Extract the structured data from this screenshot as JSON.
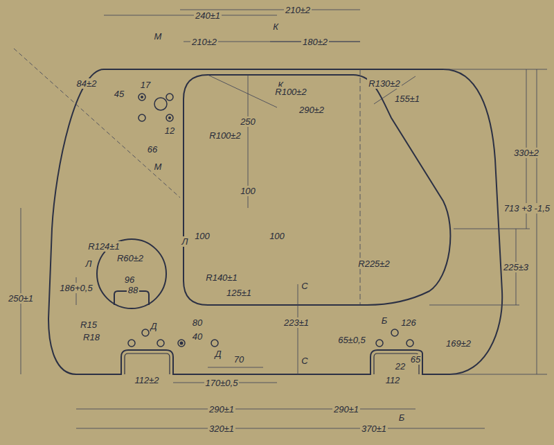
{
  "diagram": {
    "labels": [
      "240±1",
      "210±2",
      "210±2",
      "180±2",
      "К",
      "К",
      "М",
      "М",
      "84±2",
      "45",
      "17",
      "12",
      "66",
      "R100±2",
      "250",
      "100",
      "100",
      "100",
      "R100±2",
      "290±2",
      "R130±2",
      "155±1",
      "330±2",
      "225±3",
      "713 +3 -1,5",
      "R225±2",
      "169±2",
      "R140±1",
      "125±1",
      "С",
      "С",
      "223±1",
      "Л",
      "Л",
      "R60±2",
      "R124±1",
      "186+0,5",
      "96",
      "88",
      "R15",
      "R18",
      "250±1",
      "80",
      "40",
      "Д",
      "Д",
      "70",
      "170±0,5",
      "112±2",
      "290±1",
      "320±1",
      "290±1",
      "370±1",
      "112",
      "22",
      "65",
      "Б",
      "Б",
      "65±0,5",
      "126"
    ]
  }
}
